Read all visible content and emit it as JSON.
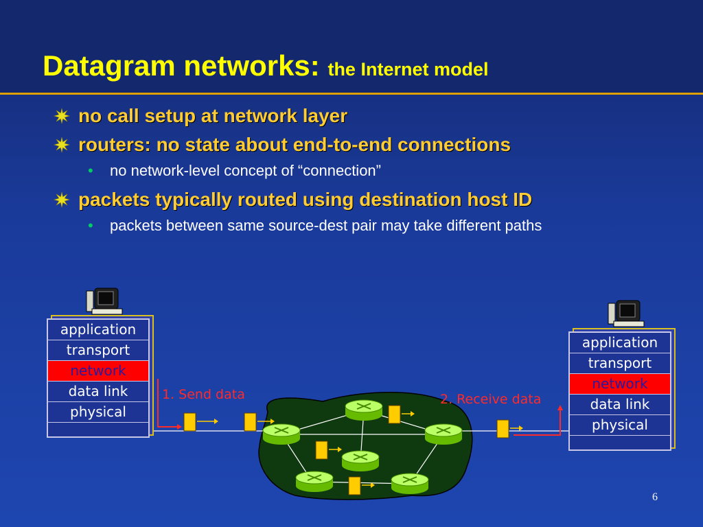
{
  "slide": {
    "title_main": "Datagram networks:",
    "title_sub": "the Internet model",
    "page_number": "6"
  },
  "bullets": [
    {
      "text": "no call setup at network layer"
    },
    {
      "text": "routers: no state about end-to-end connections",
      "sub": "no network-level concept of “connection”"
    },
    {
      "text": "packets typically routed using destination host ID",
      "sub": "packets between same source-dest pair may take different paths"
    }
  ],
  "diagram": {
    "left_stack": [
      "application",
      "transport",
      "network",
      "data link",
      "physical"
    ],
    "right_stack": [
      "application",
      "transport",
      "network",
      "data link",
      "physical"
    ],
    "send_label": "1. Send data",
    "receive_label": "2. Receive data"
  },
  "colors": {
    "title": "#ffff00",
    "bullet_text": "#ffcc33",
    "network_layer": "#ff0000",
    "cloud": "#0f3a0f",
    "packet": "#ffcc00"
  }
}
